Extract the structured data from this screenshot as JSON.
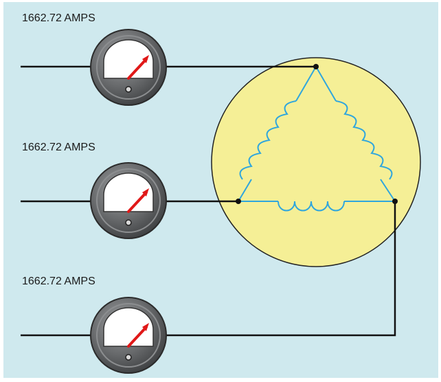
{
  "meters": [
    {
      "label": "1662.72 AMPS"
    },
    {
      "label": "1662.72 AMPS"
    },
    {
      "label": "1662.72 AMPS"
    }
  ],
  "colors": {
    "background": "#cfe9ee",
    "motor_fill": "#f5ef96",
    "winding": "#2fa6dd",
    "wire": "#111111",
    "needle": "#e01818",
    "bezel": "#5f6163"
  }
}
